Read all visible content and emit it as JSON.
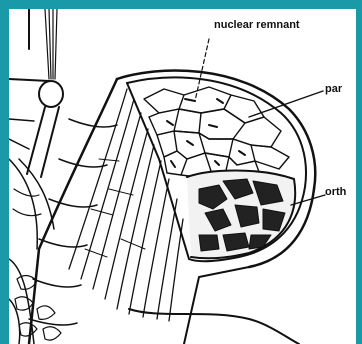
{
  "figure": {
    "labels": {
      "nuclear_remnant": "nuclear remnant",
      "par": "par",
      "orth": "orth"
    },
    "colors": {
      "frame": "#1a9aa8",
      "background": "#ffffff",
      "ink": "#111111"
    }
  }
}
